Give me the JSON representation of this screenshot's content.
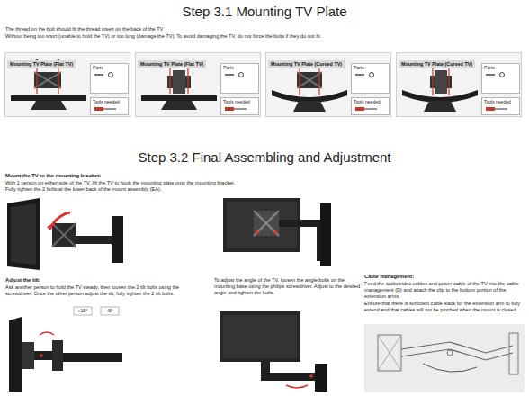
{
  "diagram": {
    "title": "Step 3.1 Mounting TV Plate",
    "nodes": [
      {
        "text": [
          "Mounting TV Plate (Flat TV)"
        ]
      },
      {
        "text": [
          "Parts"
        ],
        "in": 0
      },
      {
        "text": [
          "Tools needed"
        ],
        "in": 0
      },
      {
        "text": [
          "Mounting TV Plate (Flat TV)"
        ]
      },
      {
        "text": [
          "Parts"
        ],
        "in": 3
      },
      {
        "text": [
          "Tools needed"
        ],
        "in": 3
      },
      {
        "text": [
          "Mounting TV Plate (Curved TV)"
        ]
      },
      {
        "text": [
          "Parts"
        ],
        "in": 6
      },
      {
        "text": [
          "Tools needed"
        ],
        "in": 6
      },
      {
        "text": [
          "Mounting TV Plate (Curved TV)"
        ]
      },
      {
        "text": [
          "Parts"
        ],
        "in": 9
      },
      {
        "text": [
          "Tools needed"
        ],
        "in": 9
      }
    ],
    "labels": [
      "The thread on the bolt should fit the thread insert on the back of the TV",
      "Without being too short (unable to hold the TV) or too long (damage the TV). To avoid damaging the TV, do not force the bolts if they do not fit.",
      "Step 3.2 Final Assembling and Adjustment",
      "Mount the TV to the mounting bracket:",
      "With 1 person on either side of the TV, lift the TV to hook the mounting plate onto the mounting bracket.",
      "Fully tighten the 2 bolts at the lower back of the mount assembly (EA).",
      "Adjust the tilt:",
      "Ask another person to hold the TV steady, then loosen the 2 tilt bolts using the screwdriver. Once the other person adjust the tilt, fully tighten the 2 tilt bolts.",
      "To adjust the angle of the TV, loosen the angle bolts on the mounting base using the philips screwdriver. Adjust to the desired angle and tighten the bolts.",
      "+15°",
      "-5°",
      "Cable management:",
      "Feed the audio/video cables and power cable of the TV into the cable management (D) and attach the clip to the bottom portion of the extension arms.",
      "Ensure that there is sufficient cable slack for the extension arm to fully extend and that cables will not be pinched when the mount is closed."
    ]
  }
}
